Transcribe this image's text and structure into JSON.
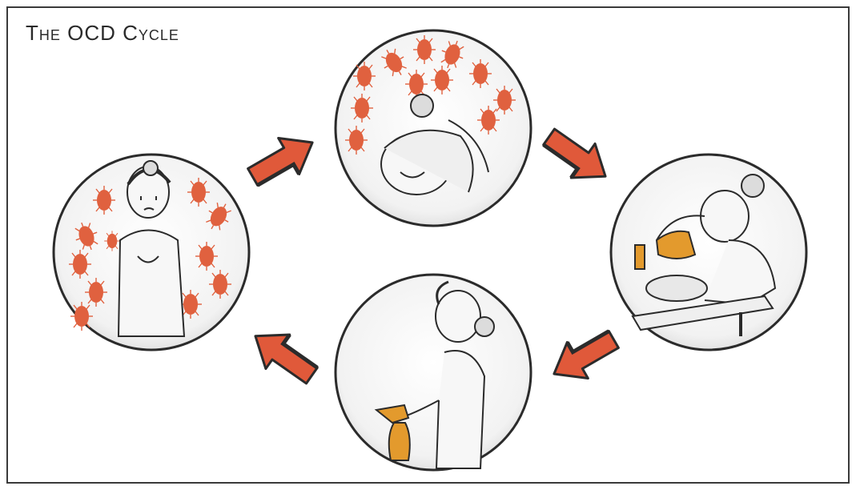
{
  "title": "The OCD Cycle",
  "colors": {
    "arrow_fill": "#e0593a",
    "arrow_outline": "#2b2b2b",
    "germ": "#e0613f",
    "bottle": "#e39a2d",
    "ink": "#2b2b2b",
    "panel": "#f4f4f4"
  },
  "stages": [
    {
      "position": "left",
      "scene": "anxious-woman-surrounded-by-germs"
    },
    {
      "position": "top",
      "scene": "woman-hiding-head-among-germs"
    },
    {
      "position": "right",
      "scene": "woman-scrubbing-with-cleaning-bottle"
    },
    {
      "position": "bottom",
      "scene": "relieved-woman-holding-spray-bottle"
    }
  ]
}
